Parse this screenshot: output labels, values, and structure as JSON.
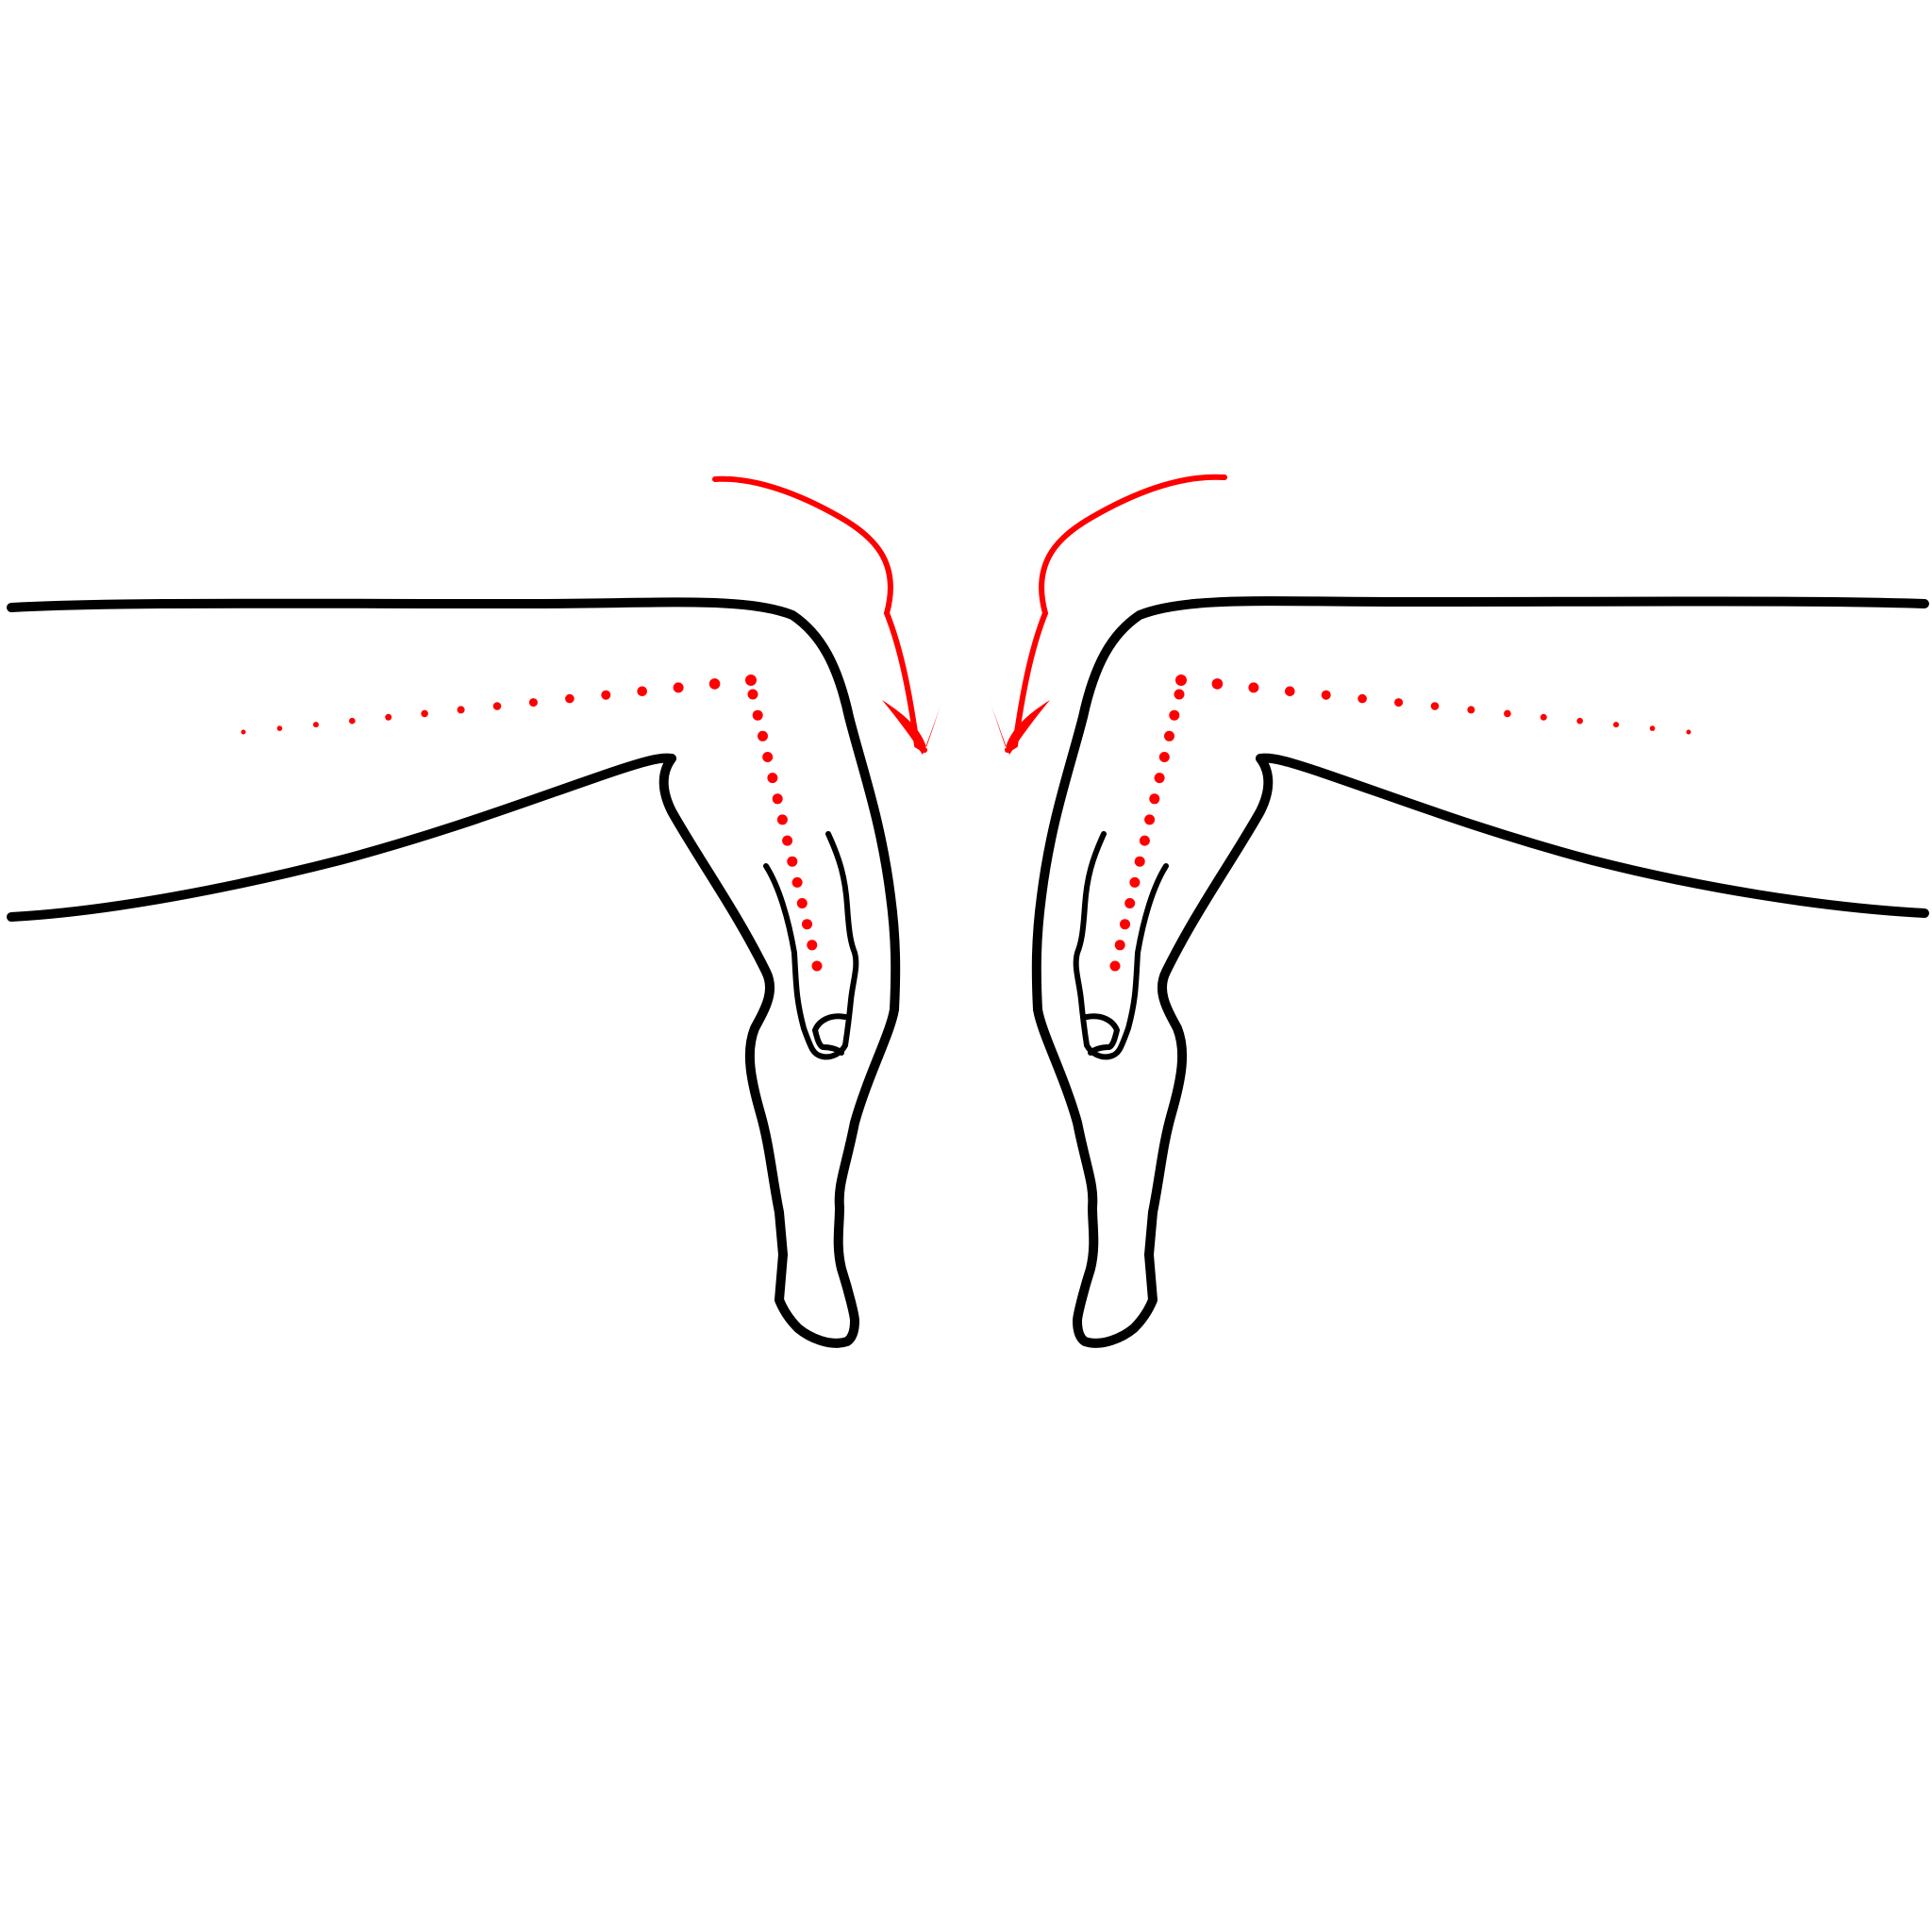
{
  "colors": {
    "background": "#ffffff",
    "outline": "#000000",
    "guide": "#ff0000"
  },
  "figure": {
    "hands": [
      {
        "side": "left",
        "icon": "hand-pointing-down-icon"
      },
      {
        "side": "right",
        "icon": "hand-pointing-down-icon"
      }
    ],
    "arrows": [
      {
        "side": "left",
        "icon": "curved-arrow-down-icon"
      },
      {
        "side": "right",
        "icon": "curved-arrow-down-icon"
      }
    ],
    "guides": [
      {
        "side": "left",
        "icon": "dotted-guide-line"
      },
      {
        "side": "right",
        "icon": "dotted-guide-line"
      }
    ]
  }
}
